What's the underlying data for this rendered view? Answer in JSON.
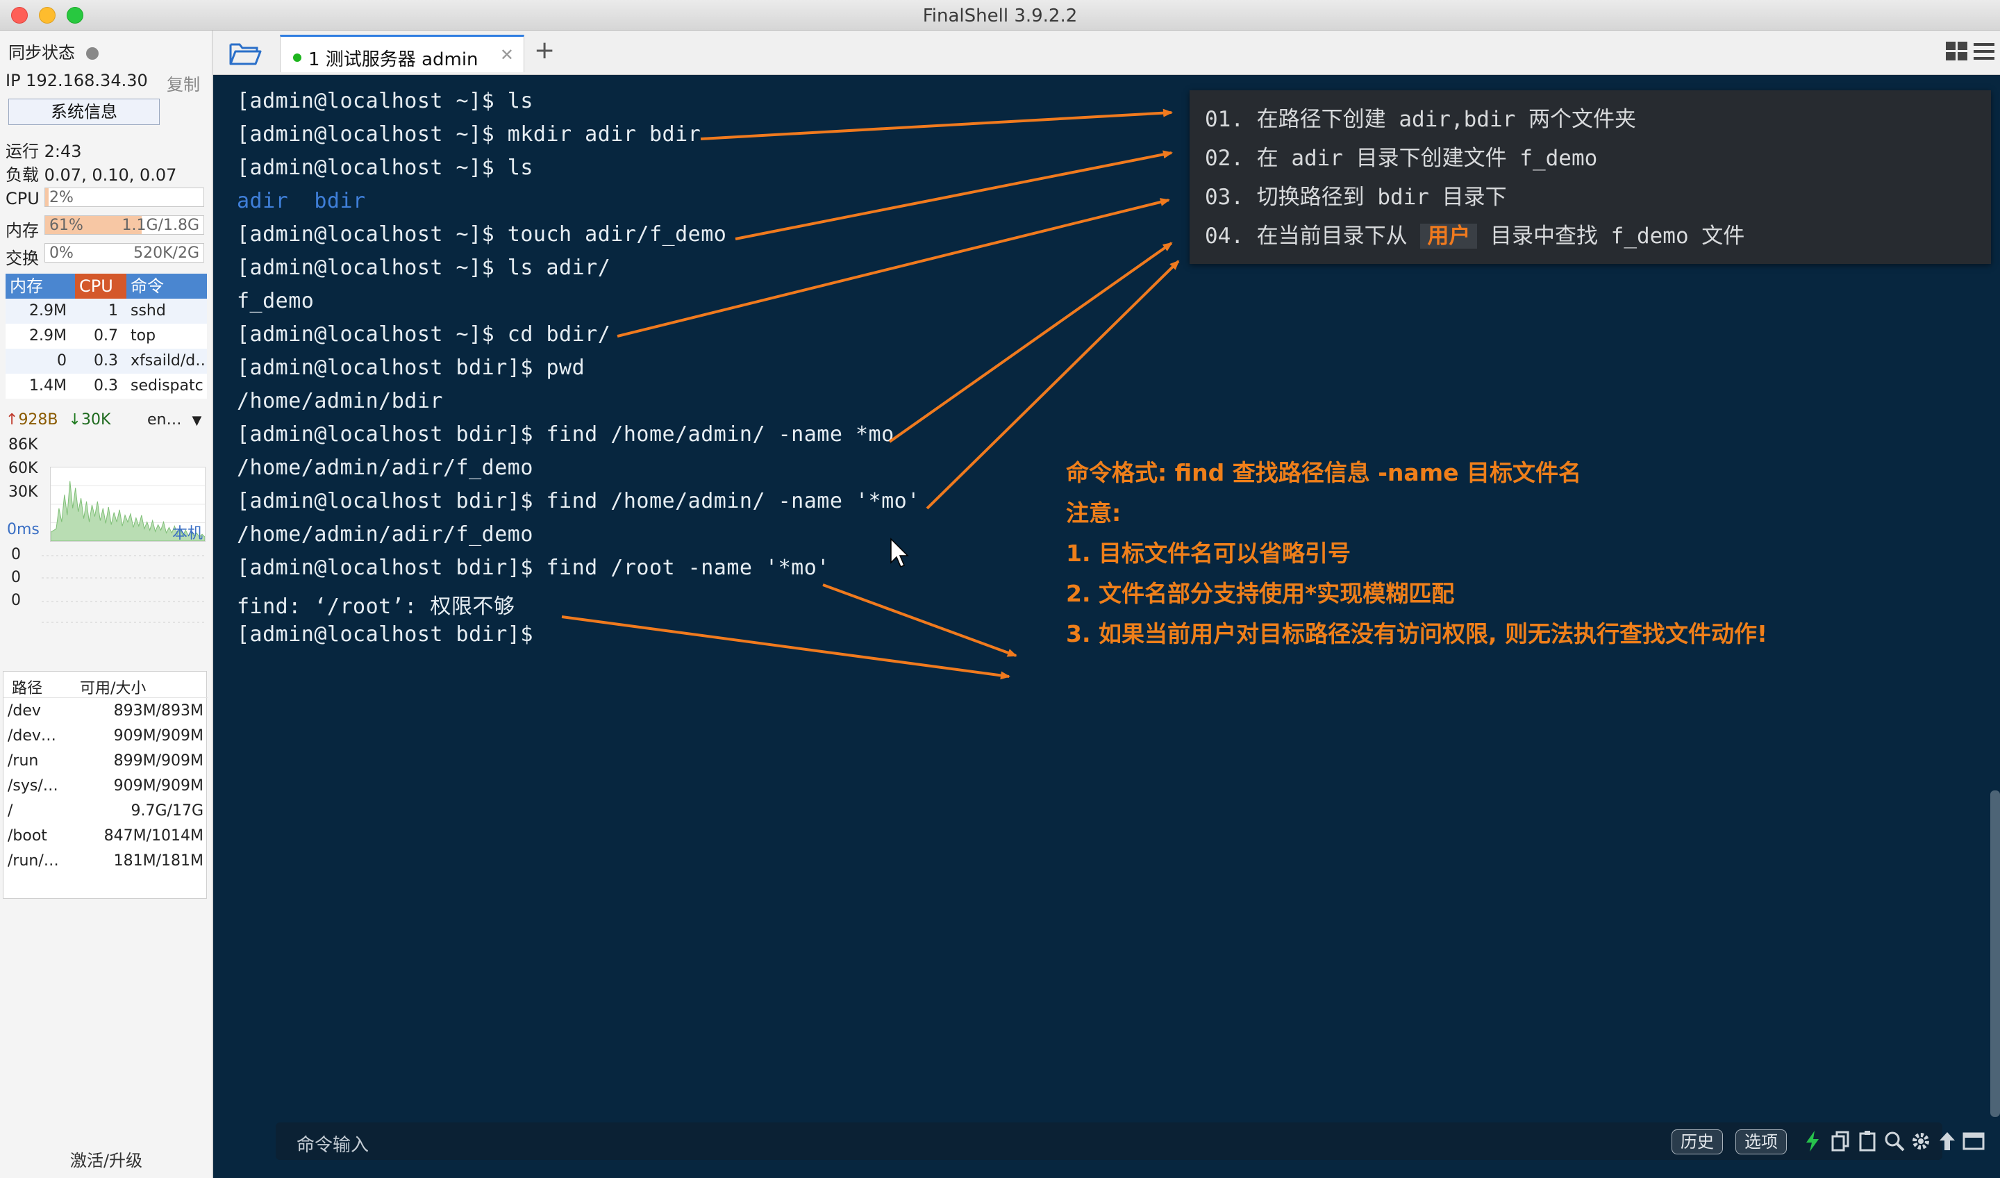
{
  "window": {
    "title": "FinalShell 3.9.2.2"
  },
  "sidebar": {
    "sync_label": "同步状态",
    "ip_label": "IP 192.168.34.30",
    "copy_label": "复制",
    "sysinfo_button": "系统信息",
    "uptime": "运行 2:43",
    "load": "负载 0.07, 0.10, 0.07",
    "cpu": {
      "label": "CPU",
      "value": "2%",
      "fraction": 0.02
    },
    "mem": {
      "label": "内存",
      "percent": "61%",
      "detail": "1.1G/1.8G",
      "fraction": 0.61
    },
    "swap": {
      "label": "交换",
      "percent": "0%",
      "detail": "520K/2G",
      "fraction": 0.0
    },
    "proc_headers": {
      "mem": "内存",
      "cpu": "CPU",
      "cmd": "命令"
    },
    "processes": [
      {
        "mem": "2.9M",
        "cpu": "1",
        "cmd": "sshd"
      },
      {
        "mem": "2.9M",
        "cpu": "0.7",
        "cmd": "top"
      },
      {
        "mem": "0",
        "cpu": "0.3",
        "cmd": "xfsaild/d…"
      },
      {
        "mem": "1.4M",
        "cpu": "0.3",
        "cmd": "sedispatc"
      }
    ],
    "net": {
      "up": "928B",
      "down": "30K",
      "iface": "en…",
      "scale": [
        "86K",
        "60K",
        "30K"
      ]
    },
    "latency": {
      "value": "0ms",
      "host": "本机",
      "ticks": [
        "0",
        "0",
        "0"
      ]
    },
    "disk_headers": {
      "path": "路径",
      "size": "可用/大小"
    },
    "disks": [
      {
        "path": "/dev",
        "size": "893M/893M"
      },
      {
        "path": "/dev…",
        "size": "909M/909M"
      },
      {
        "path": "/run",
        "size": "899M/909M"
      },
      {
        "path": "/sys/…",
        "size": "909M/909M"
      },
      {
        "path": "/",
        "size": "9.7G/17G"
      },
      {
        "path": "/boot",
        "size": "847M/1014M"
      },
      {
        "path": "/run/…",
        "size": "181M/181M"
      }
    ],
    "footer": "激活/升级"
  },
  "tabs": [
    {
      "label": "1 测试服务器 admin",
      "active": true
    }
  ],
  "terminal": {
    "lines": [
      "[admin@localhost ~]$ ls",
      "[admin@localhost ~]$ mkdir adir bdir",
      "[admin@localhost ~]$ ls",
      "adir  bdir",
      "[admin@localhost ~]$ touch adir/f_demo",
      "[admin@localhost ~]$ ls adir/",
      "f_demo",
      "[admin@localhost ~]$ cd bdir/",
      "[admin@localhost bdir]$ pwd",
      "/home/admin/bdir",
      "[admin@localhost bdir]$ find /home/admin/ -name *mo",
      "/home/admin/adir/f_demo",
      "[admin@localhost bdir]$ find /home/admin/ -name '*mo'",
      "/home/admin/adir/f_demo",
      "[admin@localhost bdir]$ find /root -name '*mo'",
      "find: ‘/root’: 权限不够",
      "[admin@localhost bdir]$"
    ]
  },
  "notes": {
    "item1": "01. 在路径下创建 adir,bdir 两个文件夹",
    "item2": "02. 在 adir 目录下创建文件 f_demo",
    "item3": "03. 切换路径到 bdir 目录下",
    "item4_pre": "04. 在当前目录下从 ",
    "item4_hl": "用户",
    "item4_post": " 目录中查找 f_demo 文件"
  },
  "annotation": {
    "syntax": "命令格式: find 查找路径信息 -name 目标文件名",
    "note": "注意:",
    "rule1": "1. 目标文件名可以省略引号",
    "rule2": "2. 文件名部分支持使用*实现模糊匹配",
    "rule3": "3. 如果当前用户对目标路径没有访问权限, 则无法执行查找文件动作!"
  },
  "cmdbar": {
    "placeholder": "命令输入",
    "history": "历史",
    "options": "选项"
  },
  "colors": {
    "terminal_bg": "#07263f",
    "accent_orange": "#ef7f1a",
    "dir_blue": "#3f7fd9"
  }
}
